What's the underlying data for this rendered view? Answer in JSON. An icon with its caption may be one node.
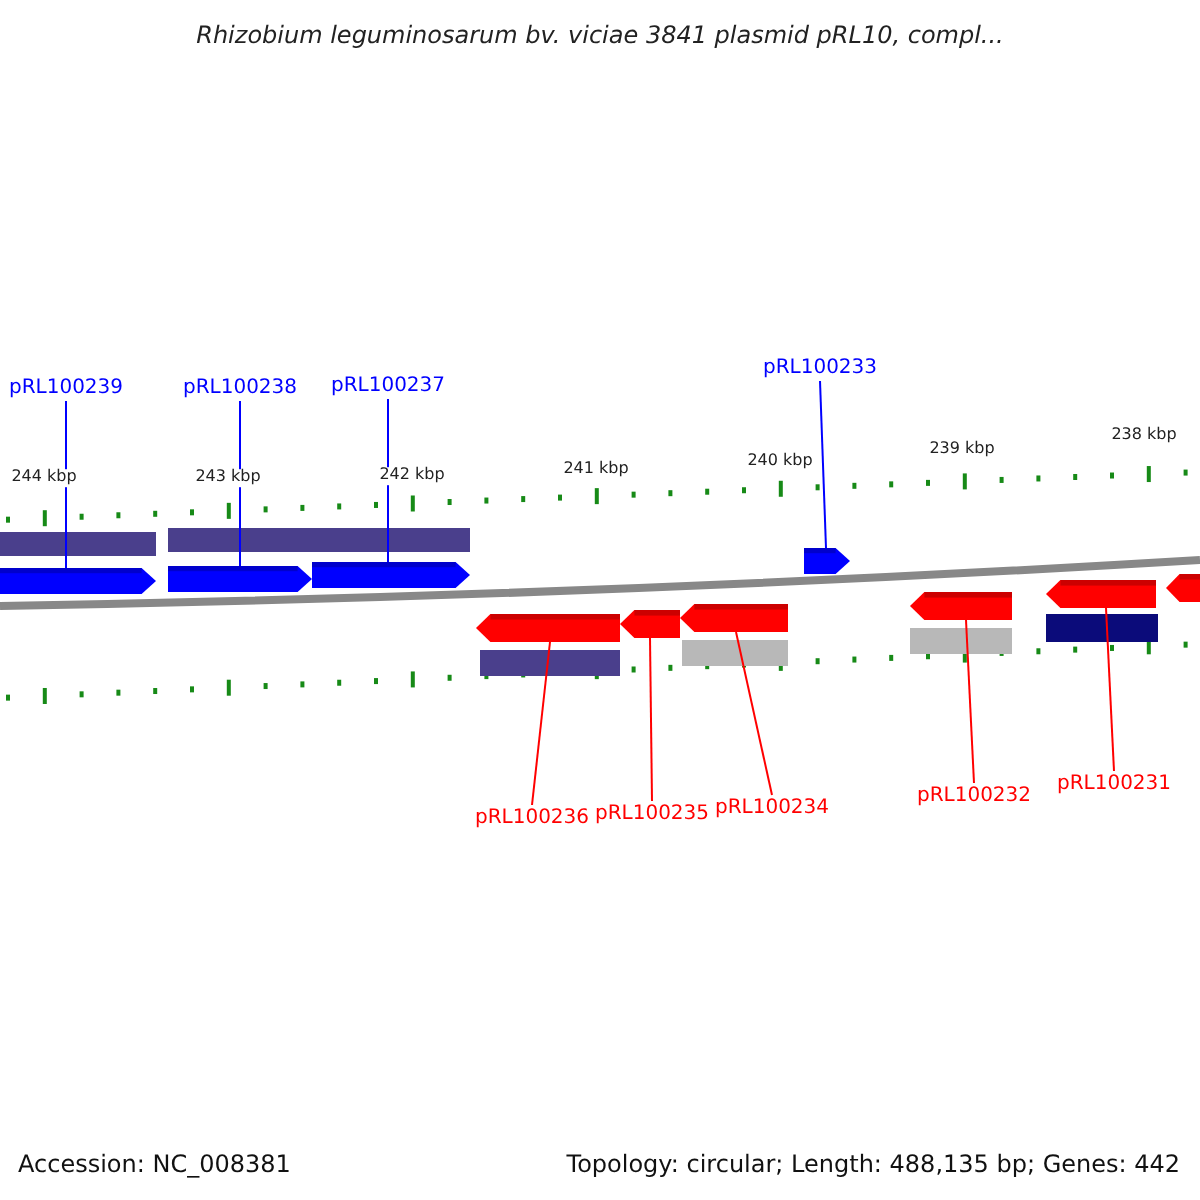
{
  "diagram": {
    "title": "Rhizobium leguminosarum bv. viciae 3841 plasmid pRL10, compl...",
    "nodes": [
      {
        "text": [
          "pRL100239"
        ]
      },
      {
        "text": [
          "pRL100238"
        ]
      },
      {
        "text": [
          "pRL100237"
        ]
      },
      {
        "text": [
          "pRL100233"
        ]
      },
      {
        "text": [
          "pRL100236"
        ]
      },
      {
        "text": [
          "pRL100235"
        ]
      },
      {
        "text": [
          "pRL100234"
        ]
      },
      {
        "text": [
          "pRL100232"
        ]
      },
      {
        "text": [
          "pRL100231"
        ]
      },
      {
        "text": [],
        "shape": "arrow"
      },
      {
        "text": [],
        "shape": "arrow"
      },
      {
        "text": [],
        "shape": "arrow"
      },
      {
        "text": [],
        "shape": "arrow"
      },
      {
        "text": [],
        "shape": "arrow"
      },
      {
        "text": [],
        "shape": "arrow"
      },
      {
        "text": [],
        "shape": "arrow"
      },
      {
        "text": [],
        "shape": "arrow"
      },
      {
        "text": [],
        "shape": "arrow"
      },
      {
        "text": [],
        "shape": "arrow"
      }
    ],
    "edges": [
      {
        "from": 0,
        "to": 9,
        "arrow": "none",
        "color": "#0000ff"
      },
      {
        "from": 1,
        "to": 10,
        "arrow": "none",
        "color": "#0000ff"
      },
      {
        "from": 2,
        "to": 11,
        "arrow": "none",
        "color": "#0000ff"
      },
      {
        "from": 3,
        "to": 12,
        "arrow": "none",
        "color": "#0000ff"
      },
      {
        "from": 4,
        "to": 13,
        "arrow": "none"
      },
      {
        "from": 5,
        "to": 14,
        "arrow": "none"
      },
      {
        "from": 6,
        "to": 15,
        "arrow": "none"
      },
      {
        "from": 7,
        "to": 16,
        "arrow": "none"
      },
      {
        "from": 8,
        "to": 17,
        "arrow": "none"
      }
    ],
    "labels": [
      "244 kbp",
      "243 kbp",
      "242 kbp",
      "241 kbp",
      "240 kbp",
      "239 kbp",
      "238 kbp",
      "Accession: NC_008381",
      "Topology: circular; Length: 488,135 bp; Genes: 442"
    ]
  }
}
